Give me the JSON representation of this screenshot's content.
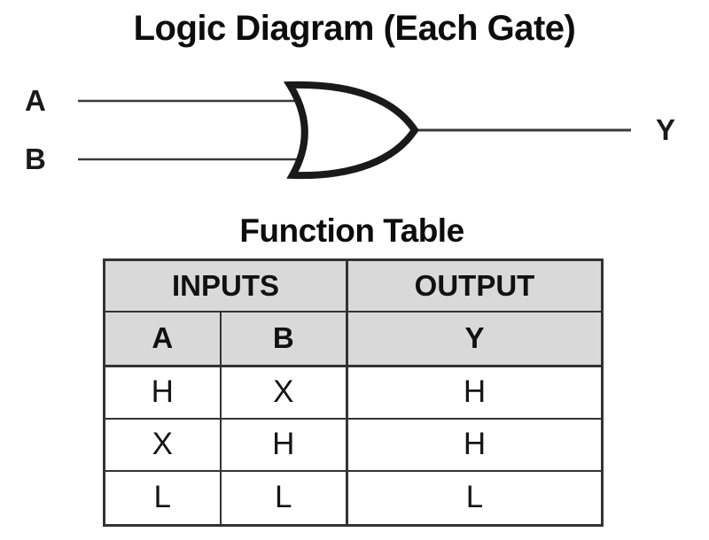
{
  "colors": {
    "background": "#ffffff",
    "header_bg": "#d9d9d9",
    "border": "#333333",
    "text": "#111111",
    "gate_stroke": "#1a1a1a",
    "wire": "#3a3a3a"
  },
  "logic_diagram": {
    "title": "Logic Diagram (Each Gate)",
    "gate_type": "OR",
    "input_a_label": "A",
    "input_b_label": "B",
    "output_label": "Y"
  },
  "function_table": {
    "title": "Function Table",
    "group_headers": {
      "inputs": "INPUTS",
      "output": "OUTPUT"
    },
    "columns": {
      "a": "A",
      "b": "B",
      "y": "Y"
    },
    "rows": [
      [
        "H",
        "X",
        "H"
      ],
      [
        "X",
        "H",
        "H"
      ],
      [
        "L",
        "L",
        "L"
      ]
    ]
  }
}
